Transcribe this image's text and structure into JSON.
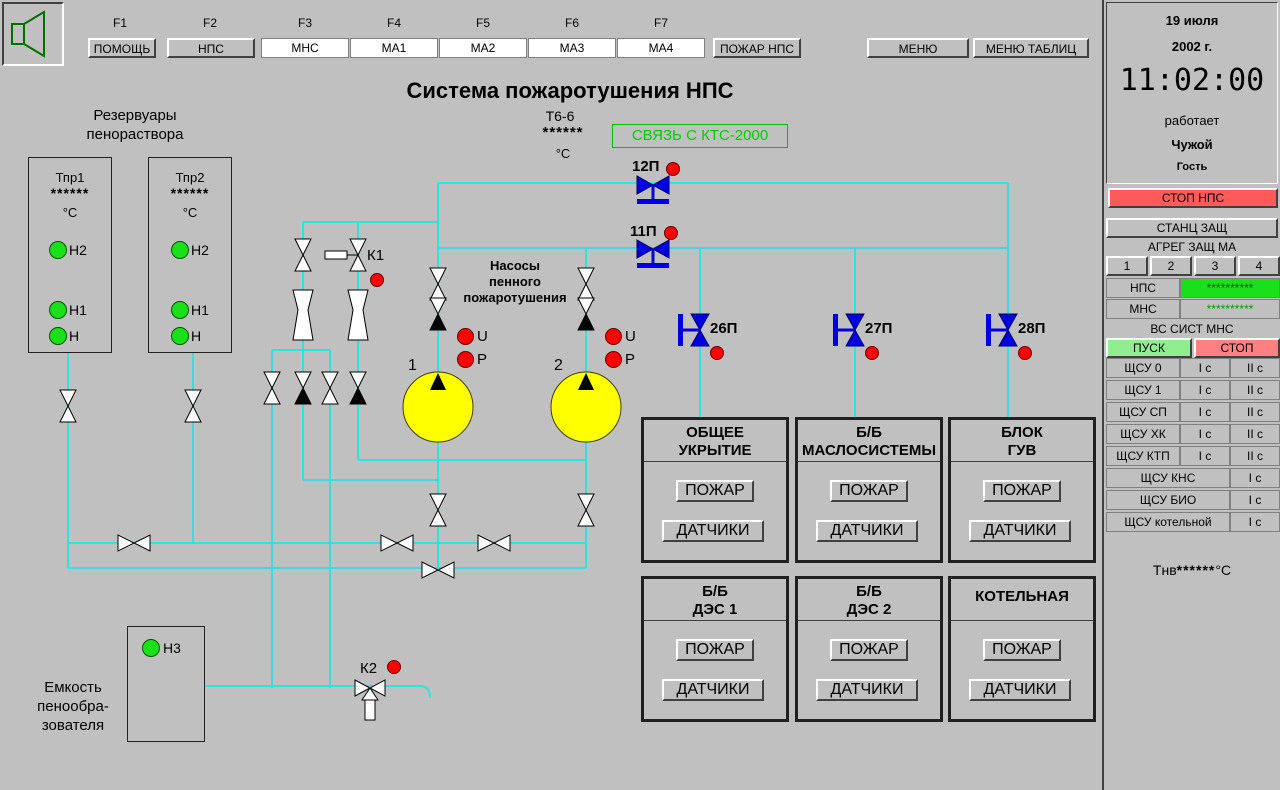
{
  "fkeys": [
    "F1",
    "F2",
    "F3",
    "F4",
    "F5",
    "F6",
    "F7"
  ],
  "toolbar": {
    "help": "ПОМОЩЬ",
    "nps": "НПС",
    "mns": "МНС",
    "ma1": "МА1",
    "ma2": "МА2",
    "ma3": "МА3",
    "ma4": "МА4",
    "fire_nps": "ПОЖАР НПС",
    "menu": "МЕНЮ",
    "menu_tables": "МЕНЮ ТАБЛИЦ"
  },
  "main": {
    "title": "Система пожаротушения НПС",
    "t6": "Т6-6",
    "t6_value": "******",
    "t6_unit": "°С",
    "link_status": "СВЯЗЬ С КТС-2000",
    "reservoirs_title_1": "Резервуары",
    "reservoirs_title_2": "пенораствора",
    "pumps_title_1": "Насосы",
    "pumps_title_2": "пенного",
    "pumps_title_3": "пожаротушения",
    "tanks": [
      {
        "name": "Тпр1",
        "value": "******",
        "unit": "°С",
        "h2": "Н2",
        "h1": "Н1",
        "h": "Н"
      },
      {
        "name": "Тпр2",
        "value": "******",
        "unit": "°С",
        "h2": "Н2",
        "h1": "Н1",
        "h": "Н"
      }
    ],
    "valves": {
      "v12": "12П",
      "v11": "11П",
      "v26": "26П",
      "v27": "27П",
      "v28": "28П",
      "k1": "К1",
      "k2": "К2"
    },
    "pumps": [
      {
        "num": "1",
        "u": "U",
        "p": "P"
      },
      {
        "num": "2",
        "u": "U",
        "p": "P"
      }
    ],
    "container": {
      "label_1": "Емкость",
      "label_2": "пенообра-",
      "label_3": "зователя",
      "level": "Н3"
    }
  },
  "zones": [
    {
      "line1": "ОБЩЕЕ",
      "line2": "УКРЫТИЕ",
      "fire": "ПОЖАР",
      "sensors": "ДАТЧИКИ"
    },
    {
      "line1": "Б/Б",
      "line2": "МАСЛОСИСТЕМЫ",
      "fire": "ПОЖАР",
      "sensors": "ДАТЧИКИ"
    },
    {
      "line1": "БЛОК",
      "line2": "ГУВ",
      "fire": "ПОЖАР",
      "sensors": "ДАТЧИКИ"
    },
    {
      "line1": "Б/Б",
      "line2": "ДЭС 1",
      "fire": "ПОЖАР",
      "sensors": "ДАТЧИКИ"
    },
    {
      "line1": "Б/Б",
      "line2": "ДЭС 2",
      "fire": "ПОЖАР",
      "sensors": "ДАТЧИКИ"
    },
    {
      "line1": "КОТЕЛЬНАЯ",
      "line2": "",
      "fire": "ПОЖАР",
      "sensors": "ДАТЧИКИ"
    }
  ],
  "right_panel": {
    "date_line1": "19 июля",
    "date_line2": "2002 г.",
    "time": "11:02:00",
    "works": "работает",
    "user": "Чужой",
    "role": "Гость",
    "stop_nps": "СТОП НПС",
    "station_protect": "СТАНЦ ЗАЩ",
    "agg_protect": "АГРЕГ ЗАЩ МА",
    "agg_buttons": [
      "1",
      "2",
      "3",
      "4"
    ],
    "nps_label": "НПС",
    "nps_value": "**********",
    "mns_label": "МНС",
    "mns_value": "**********",
    "vs_title": "ВС СИСТ МНС",
    "start": "ПУСК",
    "stop": "СТОП",
    "shsu_rows": [
      {
        "name": "ЩСУ 0",
        "c1": "I с",
        "c2": "II с"
      },
      {
        "name": "ЩСУ 1",
        "c1": "I с",
        "c2": "II с"
      },
      {
        "name": "ЩСУ СП",
        "c1": "I с",
        "c2": "II с"
      },
      {
        "name": "ЩСУ ХК",
        "c1": "I с",
        "c2": "II с"
      },
      {
        "name": "ЩСУ КТП",
        "c1": "I с",
        "c2": "II с"
      }
    ],
    "shsu_rows2": [
      {
        "name": "ЩСУ КНС",
        "c1": "I с"
      },
      {
        "name": "ЩСУ БИО",
        "c1": "I с"
      },
      {
        "name": "ЩСУ котельной",
        "c1": "I с"
      }
    ],
    "tnv_label": "Тнв",
    "tnv_value": "******",
    "tnv_unit": "°С"
  },
  "colors": {
    "pipe": "#33e0e0",
    "valve_blue": "#0000e0",
    "pump": "#ffff00",
    "led_red": "#ff0000",
    "led_green": "#19e019",
    "stop_red": "#ff5a5a",
    "start_green": "#90ee90"
  }
}
